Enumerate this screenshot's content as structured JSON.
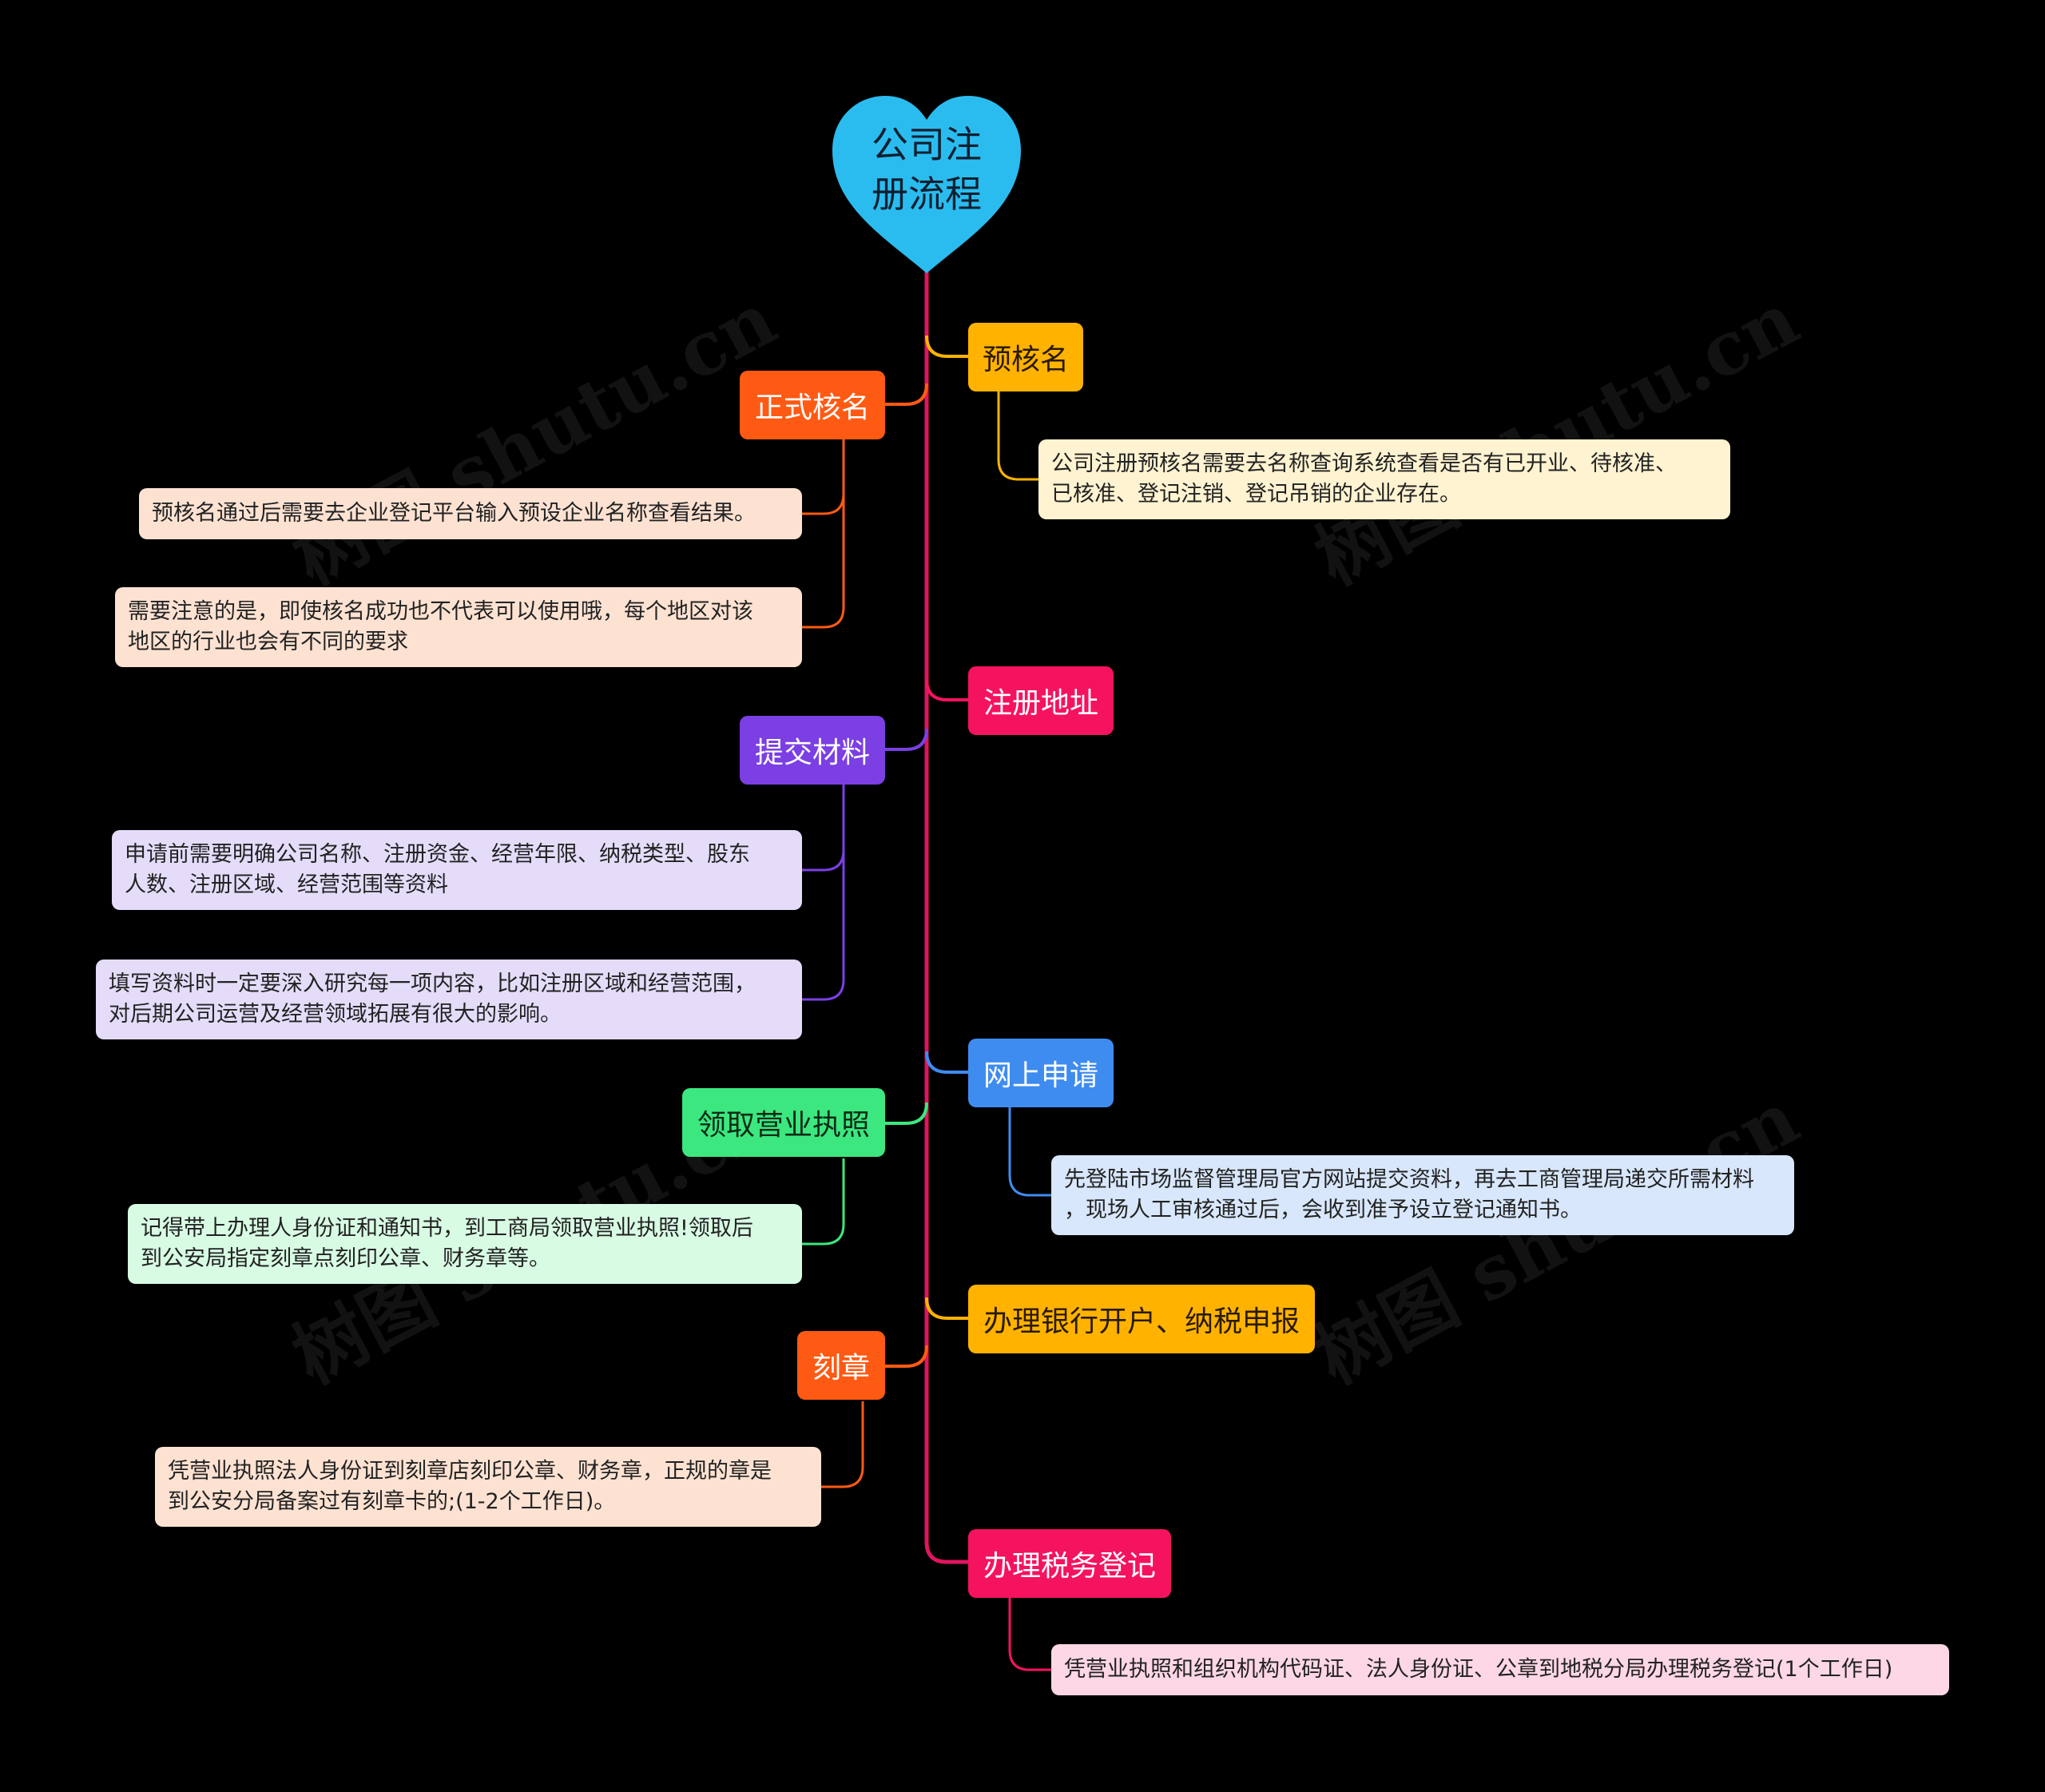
{
  "watermark": "树图 shutu.cn",
  "root": {
    "line1": "公司注",
    "line2": "册流程",
    "color": "#2bbcef"
  },
  "branches": {
    "yuhe": {
      "label": "预核名",
      "color": "#ffb300"
    },
    "zhengshi": {
      "label": "正式核名",
      "color": "#ff5a14"
    },
    "dizhi": {
      "label": "注册地址",
      "color": "#f5135f"
    },
    "tijiao": {
      "label": "提交材料",
      "color": "#7b3fe4"
    },
    "wangshang": {
      "label": "网上申请",
      "color": "#3f8cf0"
    },
    "lingqu": {
      "label": "领取营业执照",
      "color": "#3ce77f"
    },
    "yinhang": {
      "label": "办理银行开户、纳税申报",
      "color": "#ffb300"
    },
    "kezhang": {
      "label": "刻章",
      "color": "#ff5a14"
    },
    "shuiwu": {
      "label": "办理税务登记",
      "color": "#f5135f"
    }
  },
  "leaves": {
    "yuhe_1": {
      "line1": "公司注册预核名需要去名称查询系统查看是否有已开业、待核准、",
      "line2": "已核准、登记注销、登记吊销的企业存在。"
    },
    "zhengshi_1": {
      "line1": "预核名通过后需要去企业登记平台输入预设企业名称查看结果。"
    },
    "zhengshi_2": {
      "line1": "需要注意的是，即使核名成功也不代表可以使用哦，每个地区对该",
      "line2": "地区的行业也会有不同的要求"
    },
    "tijiao_1": {
      "line1": "申请前需要明确公司名称、注册资金、经营年限、纳税类型、股东",
      "line2": "人数、注册区域、经营范围等资料"
    },
    "tijiao_2": {
      "line1": "填写资料时一定要深入研究每一项内容，比如注册区域和经营范围，",
      "line2": "对后期公司运营及经营领域拓展有很大的影响。"
    },
    "wangshang_1": {
      "line1": "先登陆市场监督管理局官方网站提交资料，再去工商管理局递交所需材料",
      "line2": "，现场人工审核通过后，会收到准予设立登记通知书。"
    },
    "lingqu_1": {
      "line1": "记得带上办理人身份证和通知书，到工商局领取营业执照!领取后",
      "line2": "到公安局指定刻章点刻印公章、财务章等。"
    },
    "kezhang_1": {
      "line1": "凭营业执照法人身份证到刻章店刻印公章、财务章，正规的章是",
      "line2": "到公安分局备案过有刻章卡的;(1-2个工作日)。"
    },
    "shuiwu_1": {
      "line1": "凭营业执照和组织机构代码证、法人身份证、公章到地税分局办理税务登记(1个工作日)"
    }
  },
  "colors": {
    "background": "#000000",
    "trunk": "#e0155f",
    "leaf_yellow": "#fff3d1",
    "leaf_orange": "#fde2d2",
    "leaf_purple": "#e5dcfa",
    "leaf_blue": "#d8e7fb",
    "leaf_green": "#d8fbe4",
    "leaf_pink": "#fdd7e6"
  }
}
